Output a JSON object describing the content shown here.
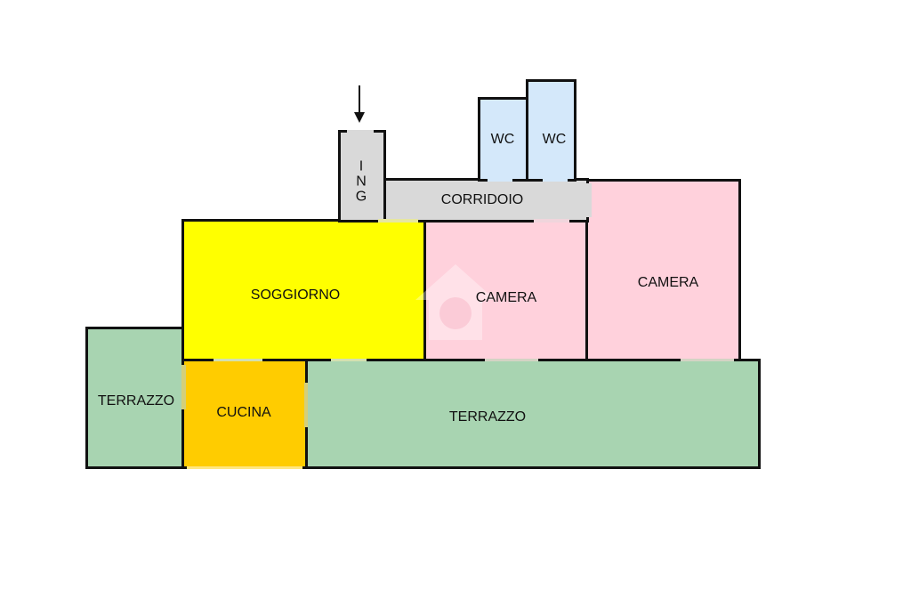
{
  "colors": {
    "living": "#ffff00",
    "kitchen": "#ffcc00",
    "bedroom": "#ffd1dc",
    "bathroom": "#d4e8fa",
    "circulation": "#d9d9d9",
    "terrace": "#a8d4b1",
    "wall": "#111111"
  },
  "icons": {
    "entrance": "down-arrow-icon",
    "watermark": "logo-watermark-icon"
  },
  "rooms": {
    "ingresso": "I N G",
    "corridoio": "CORRIDOIO",
    "wc_1": "WC",
    "wc_2": "WC",
    "soggiorno": "SOGGIORNO",
    "camera_1": "CAMERA",
    "camera_2": "CAMERA",
    "cucina": "CUCINA",
    "terrazzo_left": "TERRAZZO",
    "terrazzo_main": "TERRAZZO"
  }
}
